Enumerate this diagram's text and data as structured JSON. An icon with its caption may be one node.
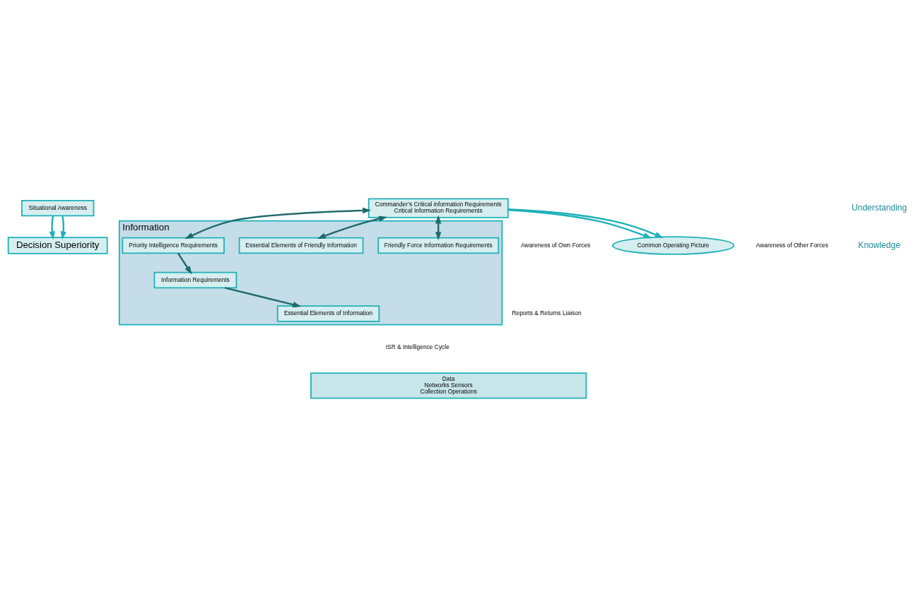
{
  "diagram": {
    "nodes": [
      {
        "text": [
          "Decision Superiority"
        ]
      },
      {
        "text": [
          "Situational Awareness"
        ]
      },
      {
        "text": [
          "Common Operating Picture"
        ]
      },
      {
        "text": [
          "Commander’s Critical information Requirements",
          "Critical Information Requirements"
        ]
      },
      {
        "text": [
          "Information"
        ]
      },
      {
        "text": [
          "Friendly Force Information Requirements"
        ],
        "in": 4
      },
      {
        "text": [
          "Priority Intelligence Requirements"
        ],
        "in": 4
      },
      {
        "text": [
          "Information Requirements"
        ],
        "in": 4
      },
      {
        "text": [
          "Essential Elements of Friendly Information"
        ],
        "in": 4
      },
      {
        "text": [
          "Essential Elements of Information"
        ],
        "in": 4
      },
      {
        "text": [
          "Data",
          "Networks Sensors",
          "Collection Operations"
        ]
      }
    ],
    "edges": [
      {
        "from": 1,
        "to": 0,
        "arrow": "to",
        "color": "#1fb1b8"
      },
      {
        "from": 1,
        "to": 0,
        "arrow": "to",
        "color": "#1fb1b8"
      },
      {
        "from": 3,
        "to": 2,
        "arrow": "to",
        "color": "#1fb1b8"
      },
      {
        "from": 3,
        "to": 2,
        "arrow": "to",
        "color": "#1fb1b8"
      },
      {
        "from": 3,
        "to": 5,
        "arrow": "both"
      },
      {
        "from": 3,
        "to": 6,
        "arrow": "both"
      },
      {
        "from": 3,
        "to": 8,
        "arrow": "both"
      },
      {
        "from": 6,
        "to": 7,
        "arrow": "to"
      },
      {
        "from": 7,
        "to": 9,
        "arrow": "to"
      }
    ],
    "labels": [
      "Understanding",
      "Knowledge",
      "Awareness of Own Forces",
      "Awareness of Other Forces",
      "Reports & Returns Liaison",
      "ISR & Intelligence Cycle"
    ]
  }
}
